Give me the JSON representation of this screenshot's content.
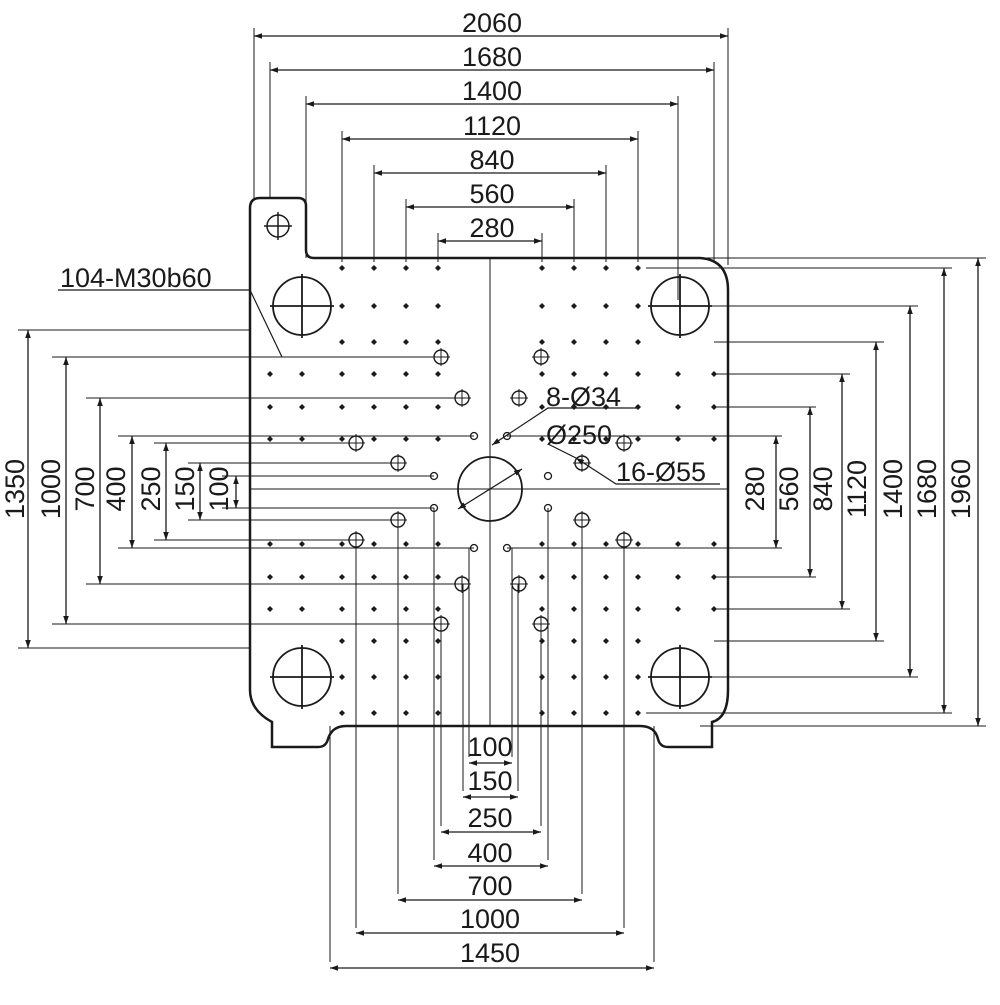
{
  "colors": {
    "line": "#1a1a1a",
    "background": "#ffffff"
  },
  "top_dimensions": [
    "2060",
    "1680",
    "1400",
    "1120",
    "840",
    "560",
    "280"
  ],
  "bottom_dimensions": [
    "100",
    "150",
    "250",
    "400",
    "700",
    "1000",
    "1450"
  ],
  "left_dimensions": [
    "1350",
    "1000",
    "700",
    "400",
    "250",
    "150",
    "100"
  ],
  "right_dimensions": [
    "280",
    "560",
    "840",
    "1120",
    "1400",
    "1680",
    "1960"
  ],
  "callouts": {
    "tapped_holes": "104-M30b60",
    "small_holes": "8-Ø34",
    "center_hole": "Ø250",
    "large_holes": "16-Ø55"
  }
}
